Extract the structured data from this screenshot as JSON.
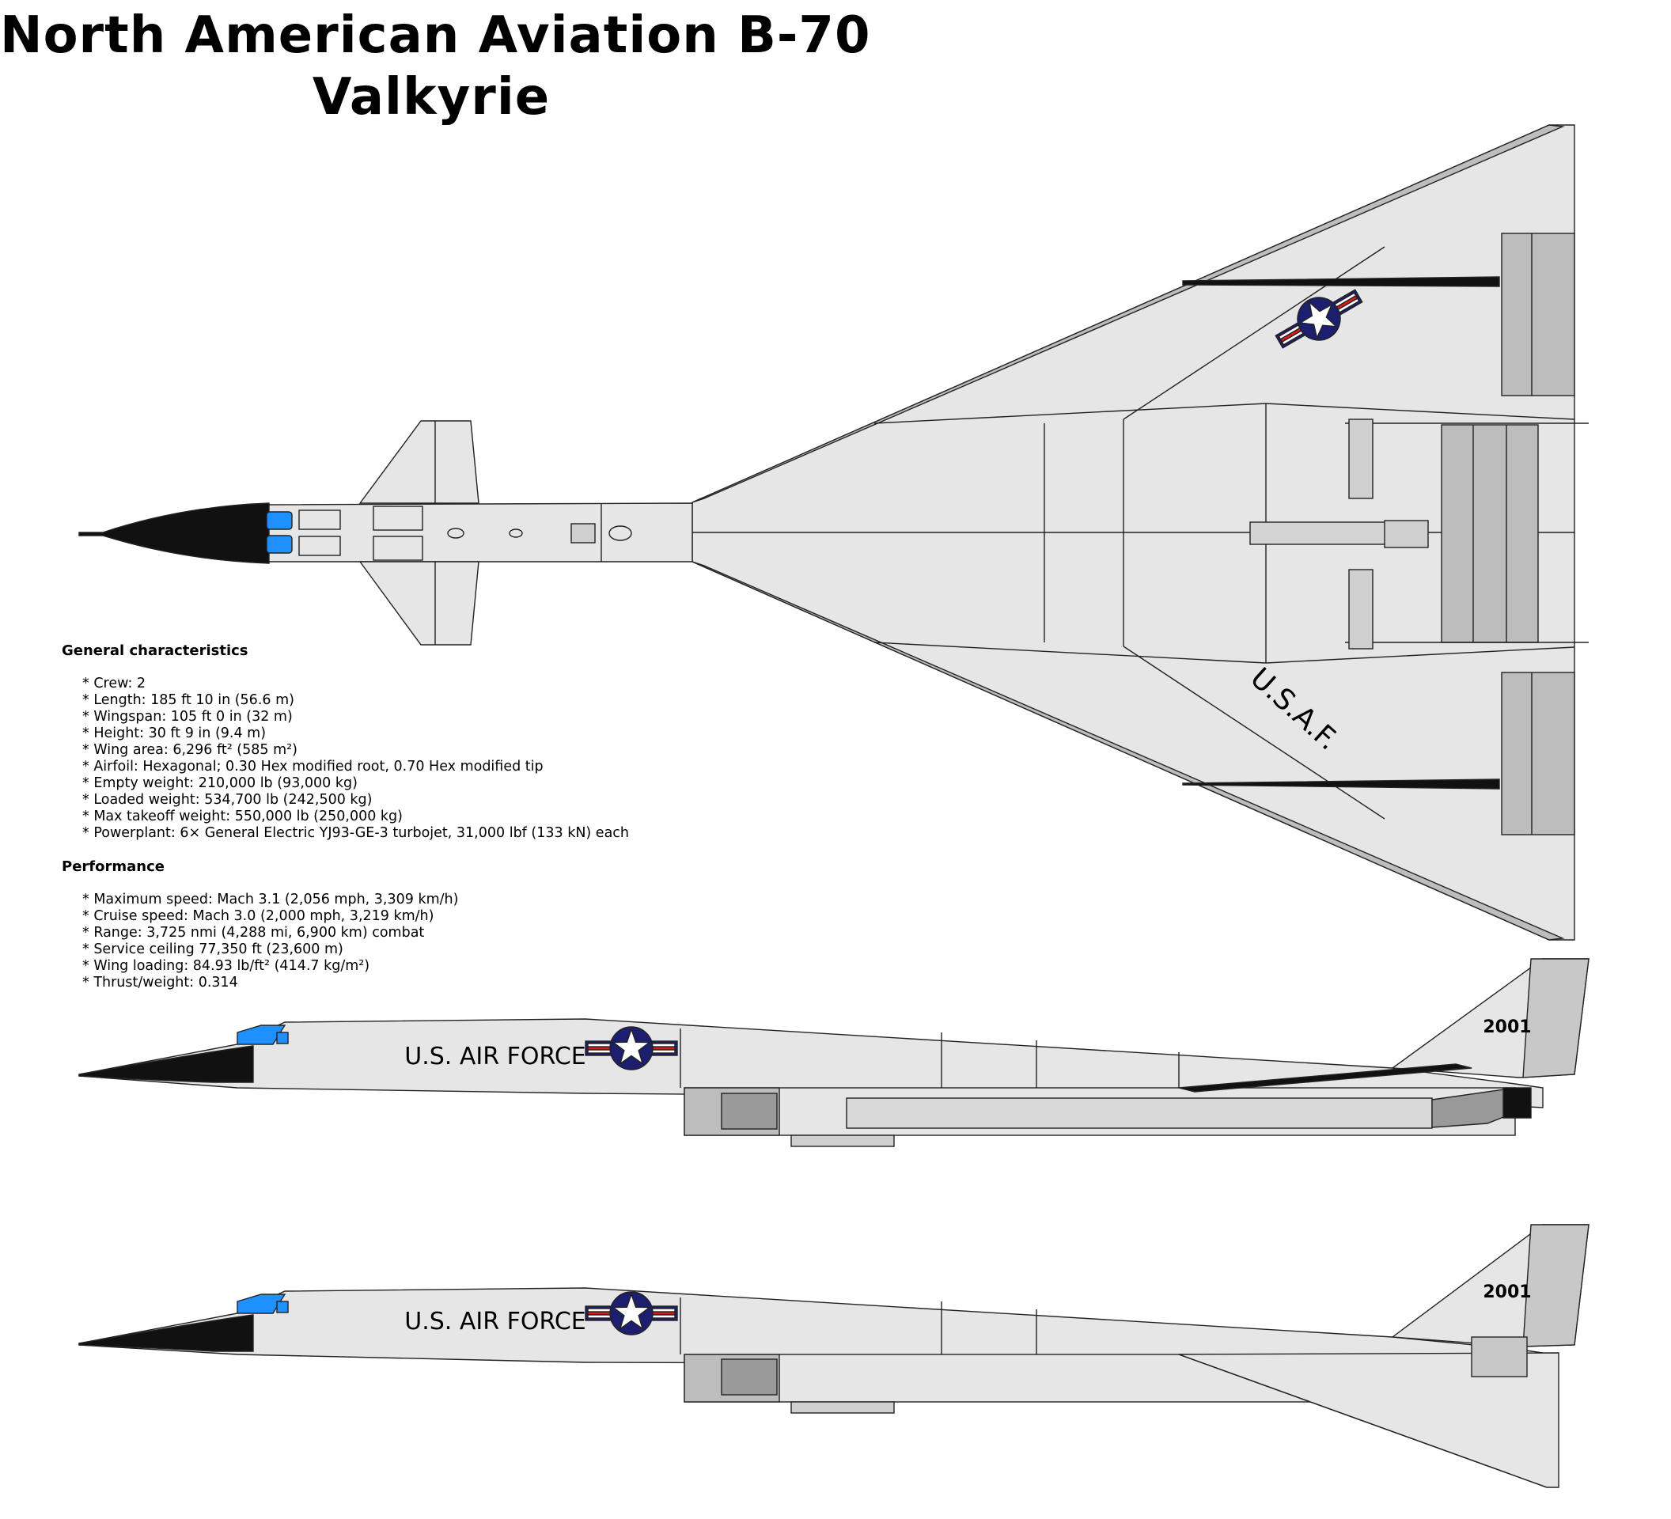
{
  "title": {
    "line1": "North American Aviation B-70",
    "line2": "Valkyrie"
  },
  "general": {
    "heading": "General characteristics",
    "items": [
      "* Crew: 2",
      "* Length: 185 ft 10 in (56.6 m)",
      "* Wingspan: 105 ft 0 in (32 m)",
      "* Height: 30 ft 9 in (9.4 m)",
      "* Wing area: 6,296 ft² (585 m²)",
      "* Airfoil: Hexagonal; 0.30 Hex modified root, 0.70 Hex modified tip",
      "* Empty weight: 210,000 lb (93,000 kg)",
      "* Loaded weight: 534,700 lb (242,500 kg)",
      "* Max takeoff weight: 550,000 lb (250,000 kg)",
      "* Powerplant: 6× General Electric YJ93-GE-3 turbojet, 31,000 lbf (133 kN) each"
    ]
  },
  "performance": {
    "heading": "Performance",
    "items": [
      "* Maximum speed: Mach 3.1 (2,056 mph, 3,309 km/h)",
      "* Cruise speed: Mach 3.0 (2,000 mph, 3,219 km/h)",
      "* Range: 3,725 nmi (4,288 mi, 6,900 km) combat",
      "* Service ceiling 77,350 ft (23,600 m)",
      "* Wing loading: 84.93 lb/ft² (414.7 kg/m²)",
      "* Thrust/weight: 0.314"
    ]
  },
  "markings": {
    "usaf": "U.S.A.F.",
    "air_force": "U.S. AIR FORCE",
    "tail_number": "2001"
  },
  "colors": {
    "airframe": "#e6e6e6",
    "panel_dark": "#bdbdbd",
    "canopy": "#1e90ff",
    "roundel_blue": "#1e1e6e",
    "roundel_red": "#d41c1c"
  }
}
